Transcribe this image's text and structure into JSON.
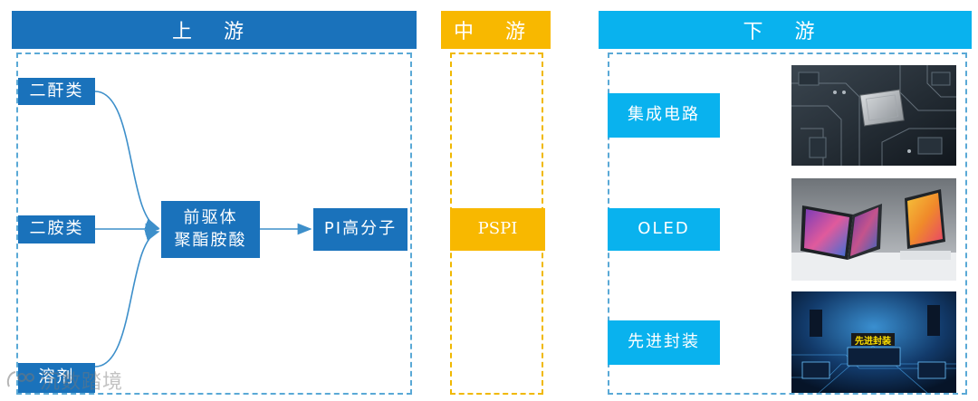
{
  "upstream": {
    "title": "上 游",
    "materials": [
      "二酐类",
      "二胺类",
      "溶剂"
    ],
    "precursor": "前驱体\n聚酯胺酸",
    "polymer": "PI高分子"
  },
  "midstream": {
    "title": "中 游",
    "product": "PSPI"
  },
  "downstream": {
    "title": "下 游",
    "apps": [
      "集成电路",
      "OLED",
      "先进封装"
    ],
    "photo_caption": "先进封装"
  },
  "watermark": "沉数踏境",
  "colors": {
    "upstream": "#1a72bb",
    "midstream": "#f8b800",
    "downstream": "#09b2ee"
  }
}
